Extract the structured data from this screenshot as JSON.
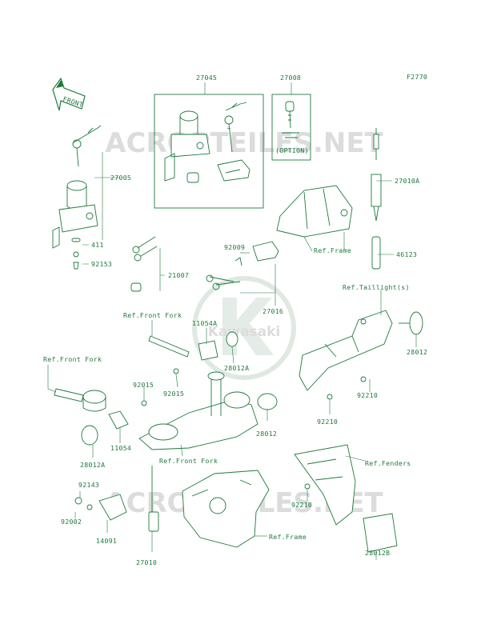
{
  "figure_code": "F2770",
  "watermark": {
    "site": "ACROPTEILES.NET",
    "brand": "Kawasaki"
  },
  "direction_label": "FRONT",
  "option_label": "(OPTION)",
  "parts": [
    {
      "id": "p27045",
      "number": "27045"
    },
    {
      "id": "p27008",
      "number": "27008"
    },
    {
      "id": "p27005",
      "number": "27005"
    },
    {
      "id": "p27010A",
      "number": "27010A"
    },
    {
      "id": "p411",
      "number": "411"
    },
    {
      "id": "p92153",
      "number": "92153"
    },
    {
      "id": "p92009",
      "number": "92009"
    },
    {
      "id": "p46123",
      "number": "46123"
    },
    {
      "id": "p21007",
      "number": "21007"
    },
    {
      "id": "p27016",
      "number": "27016"
    },
    {
      "id": "p11054A",
      "number": "11054A"
    },
    {
      "id": "p28012a",
      "number": "28012"
    },
    {
      "id": "p28012A1",
      "number": "28012A"
    },
    {
      "id": "p92015a",
      "number": "92015"
    },
    {
      "id": "p92015b",
      "number": "92015"
    },
    {
      "id": "p92210a",
      "number": "92210"
    },
    {
      "id": "p92210b",
      "number": "92210"
    },
    {
      "id": "p11054",
      "number": "11054"
    },
    {
      "id": "p28012b",
      "number": "28012"
    },
    {
      "id": "p28012A2",
      "number": "28012A"
    },
    {
      "id": "p92143",
      "number": "92143"
    },
    {
      "id": "p92002",
      "number": "92002"
    },
    {
      "id": "p14091",
      "number": "14091"
    },
    {
      "id": "p92210c",
      "number": "92210"
    },
    {
      "id": "p27010",
      "number": "27010"
    },
    {
      "id": "p28012B",
      "number": "28012B"
    }
  ],
  "references": [
    {
      "id": "rFrame1",
      "label": "Ref.Frame"
    },
    {
      "id": "rTail",
      "label": "Ref.Taillight(s)"
    },
    {
      "id": "rFork1",
      "label": "Ref.Front Fork"
    },
    {
      "id": "rFork2",
      "label": "Ref.Front Fork"
    },
    {
      "id": "rFork3",
      "label": "Ref.Front Fork"
    },
    {
      "id": "rFenders",
      "label": "Ref.Fenders"
    },
    {
      "id": "rFrame2",
      "label": "Ref.Frame"
    }
  ]
}
